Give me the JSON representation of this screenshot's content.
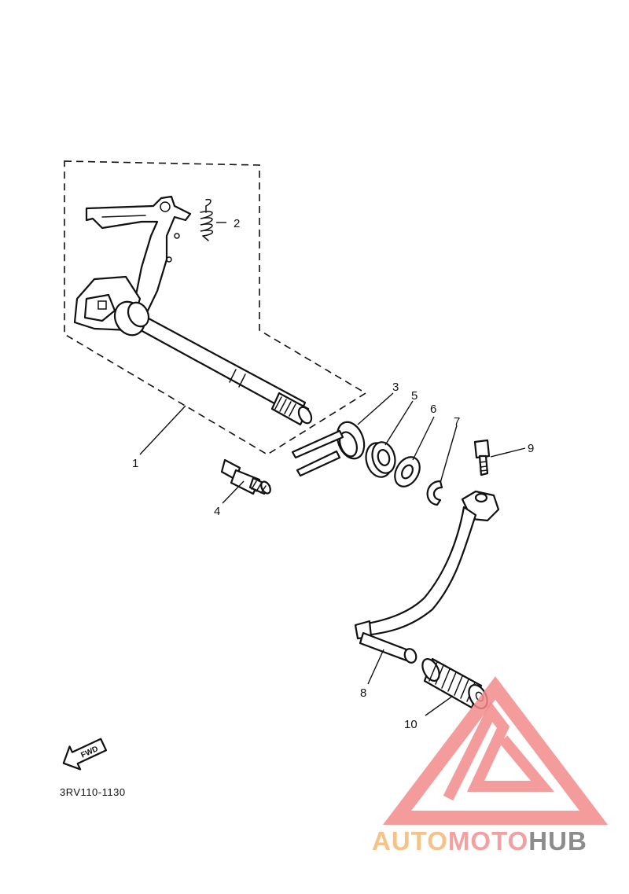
{
  "diagram": {
    "callouts": [
      {
        "id": "1",
        "label": "1"
      },
      {
        "id": "2",
        "label": "2"
      },
      {
        "id": "3",
        "label": "3"
      },
      {
        "id": "4",
        "label": "4"
      },
      {
        "id": "5",
        "label": "5"
      },
      {
        "id": "6",
        "label": "6"
      },
      {
        "id": "7",
        "label": "7"
      },
      {
        "id": "8",
        "label": "8"
      },
      {
        "id": "9",
        "label": "9"
      },
      {
        "id": "10",
        "label": "10"
      }
    ],
    "direction_label": "FWD",
    "drawing_code": "3RV110-1130"
  },
  "watermark": {
    "part1": "AUTO",
    "part2": "MOTO",
    "part3": "HUB",
    "colors": {
      "auto": "#f6c287",
      "moto": "#f3a0a0",
      "hub": "#8c8c8c",
      "logo": "#f28b8b"
    }
  }
}
